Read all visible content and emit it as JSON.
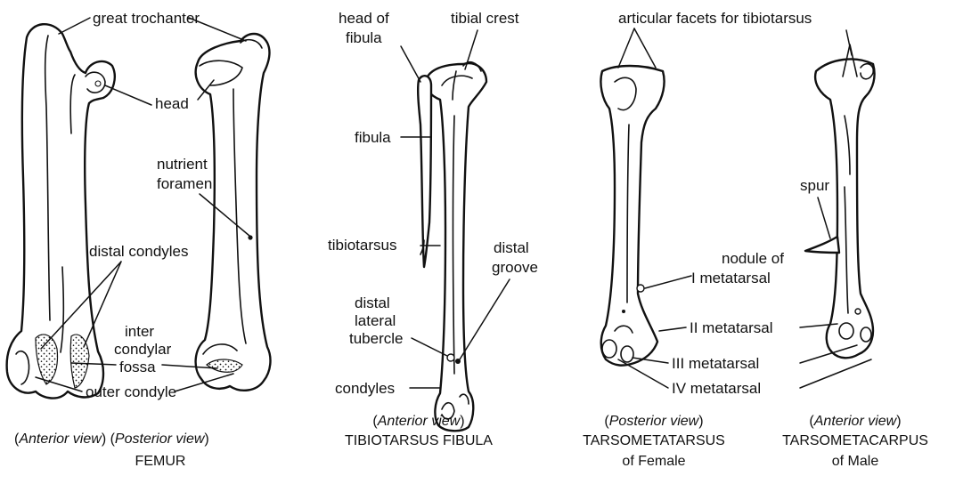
{
  "labels": {
    "great_trochanter": "great trochanter",
    "head": "head",
    "nutrient_1": "nutrient",
    "nutrient_2": "foramen",
    "distal_condyles": "distal condyles",
    "inter_1": "inter",
    "inter_2": "condylar",
    "inter_3": "fossa",
    "outer_condyle": "outer condyle",
    "head_of_fibula_1": "head of",
    "head_of_fibula_2": "fibula",
    "tibial_crest": "tibial crest",
    "fibula": "fibula",
    "tibiotarsus": "tibiotarsus",
    "distal_groove_1": "distal",
    "distal_groove_2": "groove",
    "distal_lateral_tubercle_1": "distal",
    "distal_lateral_tubercle_2": "lateral",
    "distal_lateral_tubercle_3": "tubercle",
    "condyles": "condyles",
    "articular_facets": "articular facets for tibiotarsus",
    "nodule_1": "nodule of",
    "nodule_2": "I metatarsal",
    "metatarsal_2": "II metatarsal",
    "metatarsal_3": "III metatarsal",
    "metatarsal_4": "IV metatarsal",
    "spur": "spur"
  },
  "captions": {
    "femur_view_anterior": "Anterior view",
    "femur_view_posterior": "Posterior view",
    "femur_name": "FEMUR",
    "tibio_view": "Anterior view",
    "tibio_name": "TIBIOTARSUS FIBULA",
    "tmt_view": "Posterior view",
    "tmt_name": "TARSOMETATARSUS",
    "tmt_sub": "of Female",
    "tmc_view": "Anterior view",
    "tmc_name": "TARSOMETACARPUS",
    "tmc_sub": "of Male"
  }
}
